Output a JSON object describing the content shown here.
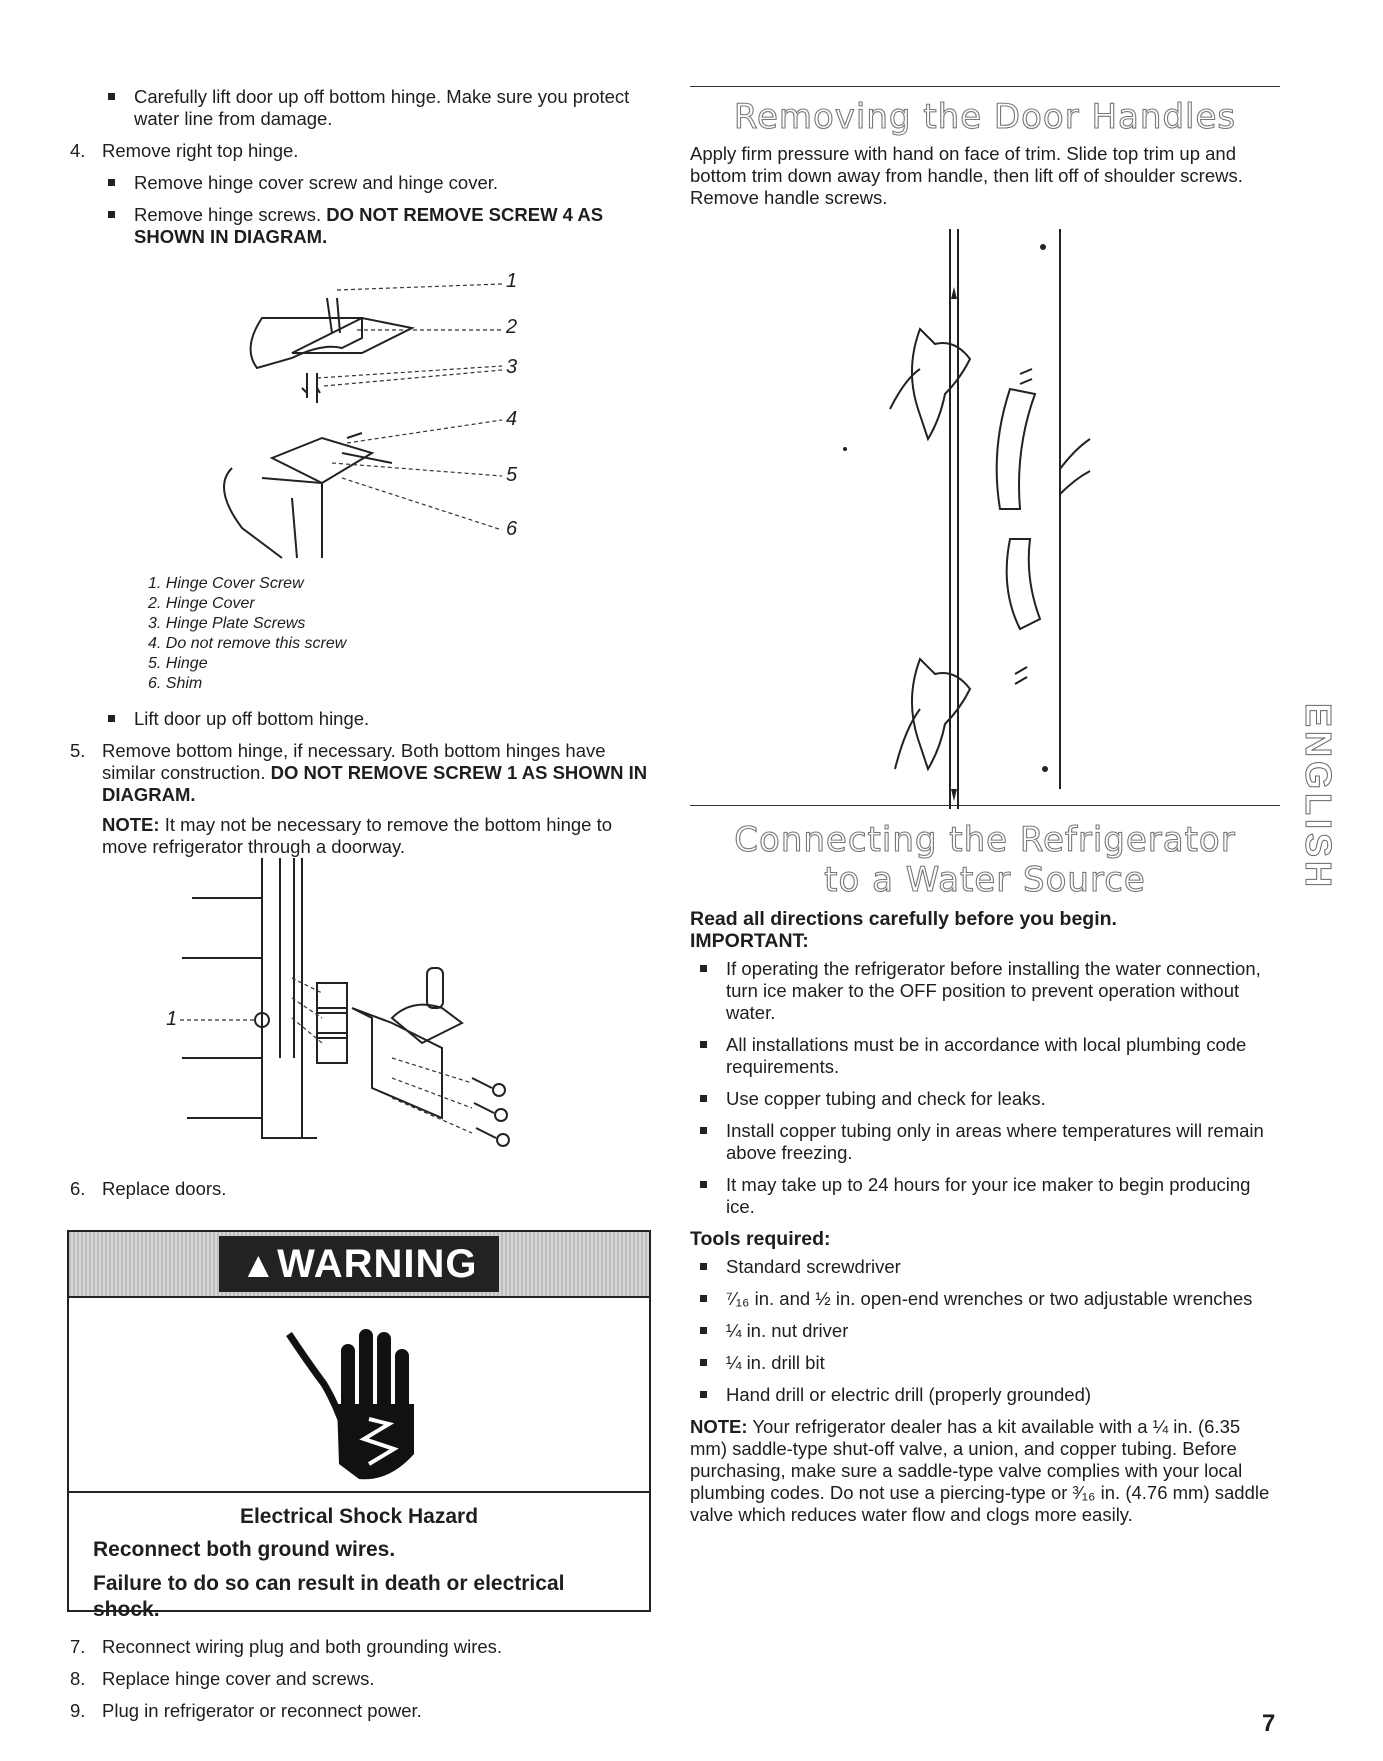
{
  "left": {
    "bullet_lift_door": "Carefully lift door up off bottom hinge. Make sure you protect water line from damage.",
    "step4": {
      "num": "4.",
      "text": "Remove right top hinge."
    },
    "bullet_cover": "Remove hinge cover screw and hinge cover.",
    "bullet_screws_plain": "Remove hinge screws. ",
    "bullet_screws_bold": "DO NOT REMOVE SCREW 4 AS SHOWN IN DIAGRAM.",
    "callouts": [
      "1",
      "2",
      "3",
      "4",
      "5",
      "6"
    ],
    "captions": [
      "1. Hinge Cover Screw",
      "2. Hinge Cover",
      "3. Hinge Plate Screws",
      "4. Do not remove this screw",
      "5. Hinge",
      "6. Shim"
    ],
    "bullet_lift_bottom": "Lift door up off bottom hinge.",
    "step5": {
      "num": "5.",
      "text": "Remove bottom hinge, if necessary. Both bottom hinges have similar construction. ",
      "bold": "DO NOT REMOVE SCREW 1 AS SHOWN IN DIAGRAM."
    },
    "note_label": "NOTE:",
    "note_text": " It may not be necessary to remove the bottom hinge to move refrigerator through a doorway.",
    "callout_bottom": "1",
    "step6": {
      "num": "6.",
      "text": "Replace doors."
    },
    "warning": {
      "title": "WARNING",
      "hazard": "Electrical Shock Hazard",
      "line1": "Reconnect both ground wires.",
      "line2": "Failure to do so can result in death or electrical shock."
    },
    "step7": {
      "num": "7.",
      "text": "Reconnect wiring plug and both grounding wires."
    },
    "step8": {
      "num": "8.",
      "text": "Replace hinge cover and screws."
    },
    "step9": {
      "num": "9.",
      "text": "Plug in refrigerator or reconnect power."
    }
  },
  "right": {
    "heading1": "Removing the Door Handles",
    "para1": "Apply firm pressure with hand on face of trim. Slide top trim up and bottom trim down away from handle, then lift off of shoulder screws. Remove handle screws.",
    "heading2_line1": "Connecting the Refrigerator",
    "heading2_line2": "to a Water Source",
    "read_all": "Read all directions carefully before you begin.",
    "important": "IMPORTANT:",
    "important_items": [
      "If operating the refrigerator before installing the water connection, turn ice maker to the OFF position to prevent operation without water.",
      "All installations must be in accordance with local plumbing code requirements.",
      "Use copper tubing and check for leaks.",
      "Install copper tubing only in areas where temperatures will remain above freezing.",
      "It may take up to 24 hours for your ice maker to begin producing ice."
    ],
    "tools_required": "Tools required:",
    "tools": [
      "Standard screwdriver",
      "⁷⁄₁₆ in. and ½ in. open-end wrenches or two adjustable wrenches",
      "¼ in. nut driver",
      "¼ in. drill bit",
      "Hand drill or electric drill (properly grounded)"
    ],
    "note_label": "NOTE:",
    "note_text": " Your refrigerator dealer has a kit available with a ¼ in. (6.35 mm) saddle-type shut-off valve, a union, and copper tubing. Before purchasing, make sure a saddle-type valve complies with your local plumbing codes. Do not use a piercing-type or ³⁄₁₆ in. (4.76 mm) saddle valve which reduces water flow and clogs more easily."
  },
  "side_tab": "ENGLISH",
  "page_number": "7"
}
